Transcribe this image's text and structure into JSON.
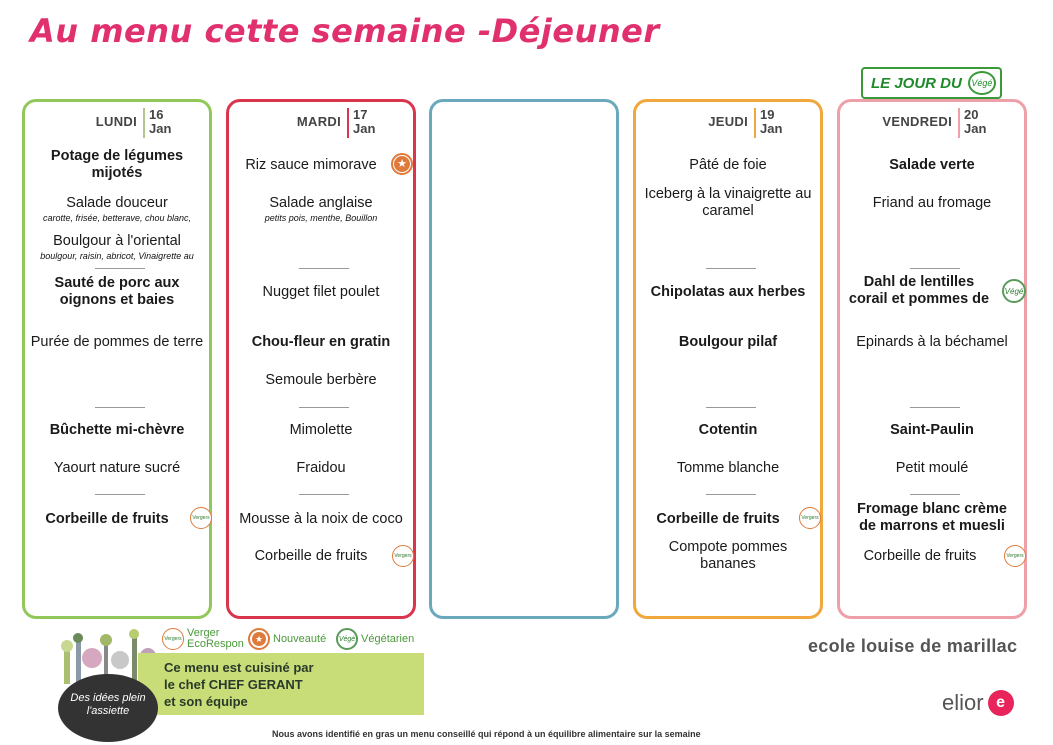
{
  "title": "Au menu cette semaine -Déjeuner",
  "jour_vege": {
    "label": "LE JOUR DU",
    "badge": "Végé"
  },
  "days": [
    {
      "name": "LUNDI",
      "num": "16",
      "month": "Jan",
      "color": "#92c85a",
      "items": [
        {
          "text": "Potage de légumes mijotés",
          "bold": true
        },
        {
          "text": "Salade douceur",
          "sub": "carotte, frisée, betterave, chou blanc,"
        },
        {
          "text": "Boulgour à l'oriental",
          "sub": "boulgour, raisin, abricot, Vinaigrette au"
        },
        {
          "text": "Sauté de porc aux oignons et baies",
          "bold": true
        },
        {
          "text": "Purée de pommes de terre"
        },
        {
          "text": "Bûchette mi-chèvre",
          "bold": true
        },
        {
          "text": "Yaourt nature sucré"
        },
        {
          "text": "Corbeille de fruits",
          "bold": true,
          "badge": "verger"
        }
      ]
    },
    {
      "name": "MARDI",
      "num": "17",
      "month": "Jan",
      "color": "#d9364e",
      "items": [
        {
          "text": "Riz sauce mimorave",
          "badge": "nouveaute"
        },
        {
          "text": "Salade anglaise",
          "sub": "petits pois, menthe, Bouillon"
        },
        {
          "text": "Nugget filet poulet"
        },
        {
          "text": "Chou-fleur en gratin",
          "bold": true
        },
        {
          "text": "Semoule berbère"
        },
        {
          "text": "Mimolette"
        },
        {
          "text": "Fraidou"
        },
        {
          "text": "Mousse à la noix de coco"
        },
        {
          "text": "Corbeille de fruits",
          "badge": "verger"
        }
      ]
    },
    {
      "name": "",
      "num": "",
      "month": "",
      "color": "#6aa8bc",
      "items": []
    },
    {
      "name": "JEUDI",
      "num": "19",
      "month": "Jan",
      "color": "#f0a83c",
      "items": [
        {
          "text": "Pâté de foie"
        },
        {
          "text": "Iceberg à la vinaigrette au caramel"
        },
        {
          "text": "Chipolatas aux herbes",
          "bold": true
        },
        {
          "text": "Boulgour pilaf",
          "bold": true
        },
        {
          "text": "Cotentin",
          "bold": true
        },
        {
          "text": "Tomme blanche"
        },
        {
          "text": "Corbeille de fruits",
          "bold": true,
          "badge": "verger"
        },
        {
          "text": "Compote pommes bananes"
        }
      ]
    },
    {
      "name": "VENDREDI",
      "num": "20",
      "month": "Jan",
      "color": "#eea0a8",
      "items": [
        {
          "text": "Salade verte",
          "bold": true
        },
        {
          "text": "Friand au fromage"
        },
        {
          "text": "Dahl de lentilles corail et pommes de",
          "bold": true,
          "badge": "vege"
        },
        {
          "text": "Epinards à la béchamel"
        },
        {
          "text": "Saint-Paulin",
          "bold": true
        },
        {
          "text": "Petit moulé"
        },
        {
          "text": "Fromage blanc crème de marrons et muesli",
          "bold": true
        },
        {
          "text": "Corbeille de fruits",
          "badge": "verger"
        }
      ]
    }
  ],
  "legend": {
    "verger": "Verger EcoRespon",
    "nouveaute": "Nouveauté",
    "vegetarien": "Végétarien"
  },
  "chef": {
    "line1": "Ce menu est cuisiné par",
    "line2": "le chef CHEF GERANT",
    "line3": "et son équipe"
  },
  "logo_text": "Des idées plein l'assiette",
  "school": "ecole louise de marillac",
  "brand": "elior",
  "footer": "Nous avons identifié en gras un menu conseillé qui répond à un équilibre alimentaire sur la semaine"
}
